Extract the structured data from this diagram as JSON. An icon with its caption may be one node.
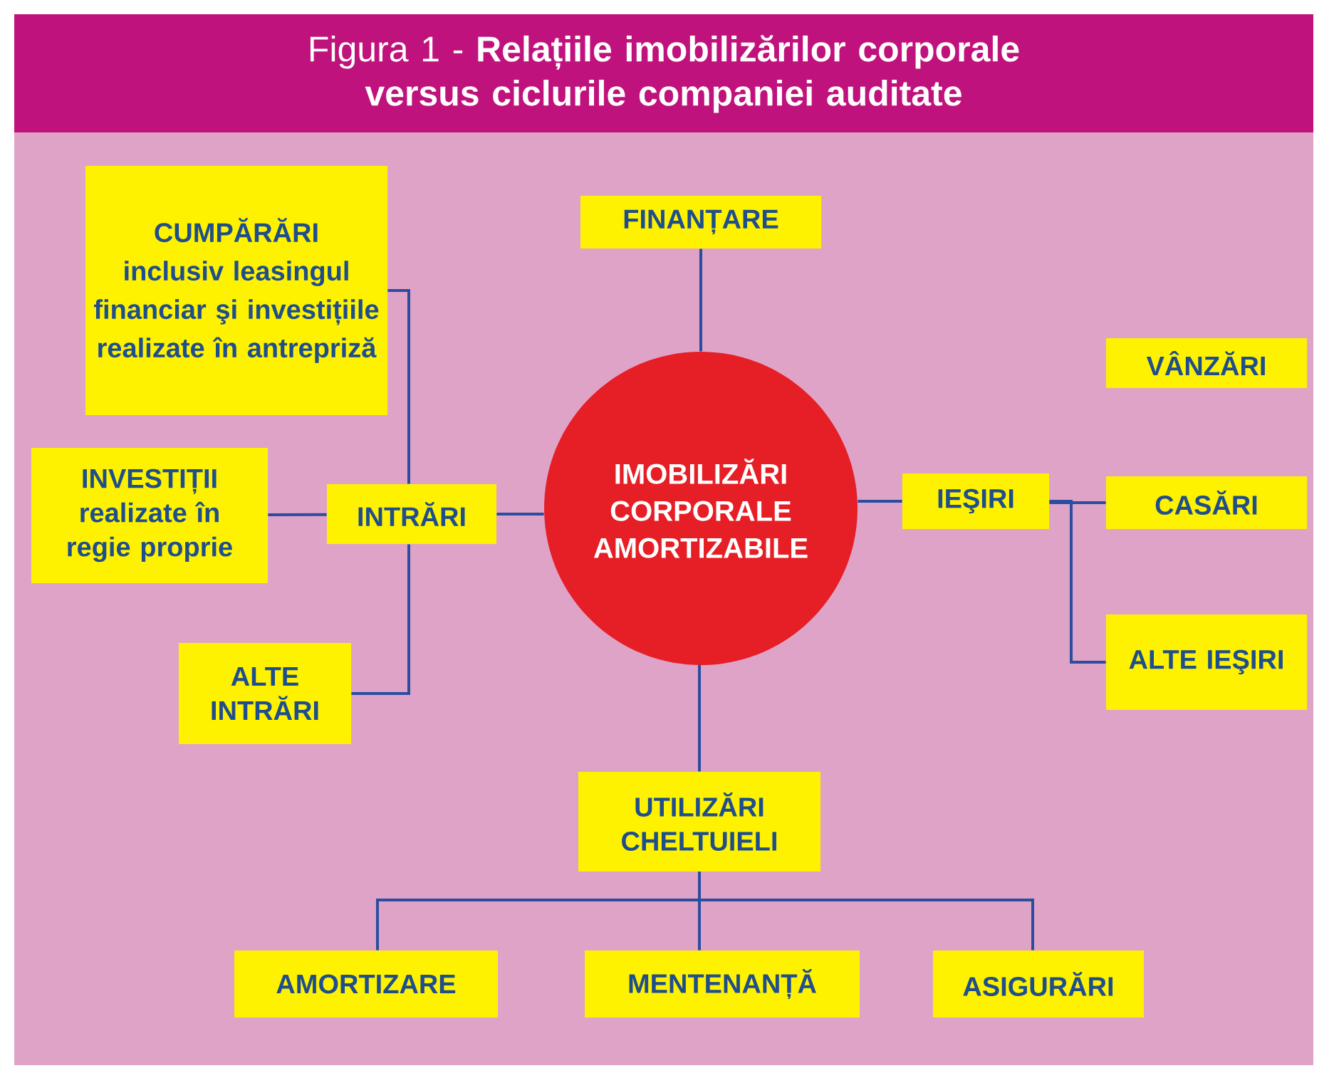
{
  "diagram": {
    "title": "Figura 1 - **Relațiile imobilizărilor corporale versus ciclurile companiei auditate**",
    "nodes": [
      {
        "text": [
          "IMOBILIZĂRI CORPORALE AMORTIZABILE"
        ]
      },
      {
        "text": [
          "FINANȚARE"
        ]
      },
      {
        "text": [
          "VÂNZĂRI"
        ]
      },
      {
        "text": [
          "INTRĂRI"
        ]
      },
      {
        "text": [
          "CUMPĂRĂRI",
          "inclusiv leasingul financiar şi investițiile realizate în antrepriză"
        ]
      },
      {
        "text": [
          "INVESTIȚII",
          "realizate în regie proprie"
        ]
      },
      {
        "text": [
          "ALTE INTRĂRI"
        ]
      },
      {
        "text": [
          "IEŞIRI"
        ]
      },
      {
        "text": [
          "CASĂRI"
        ]
      },
      {
        "text": [
          "ALTE IEŞIRI"
        ]
      },
      {
        "text": [
          "UTILIZĂRI CHELTUIELI"
        ]
      },
      {
        "text": [
          "AMORTIZARE"
        ]
      },
      {
        "text": [
          "MENTENANȚĂ"
        ]
      },
      {
        "text": [
          "ASIGURĂRI"
        ]
      }
    ],
    "edges": [
      {
        "from": 0,
        "to": 1,
        "arrow": "none"
      },
      {
        "from": 0,
        "to": 3,
        "arrow": "none"
      },
      {
        "from": 3,
        "to": 4,
        "arrow": "none"
      },
      {
        "from": 3,
        "to": 5,
        "arrow": "none"
      },
      {
        "from": 3,
        "to": 6,
        "arrow": "none"
      },
      {
        "from": 0,
        "to": 7,
        "arrow": "none"
      },
      {
        "from": 7,
        "to": 8,
        "arrow": "none"
      },
      {
        "from": 7,
        "to": 9,
        "arrow": "none"
      },
      {
        "from": 0,
        "to": 10,
        "arrow": "none"
      },
      {
        "from": 10,
        "to": 11,
        "arrow": "none"
      },
      {
        "from": 10,
        "to": 12,
        "arrow": "none"
      },
      {
        "from": 10,
        "to": 13,
        "arrow": "none"
      }
    ]
  }
}
